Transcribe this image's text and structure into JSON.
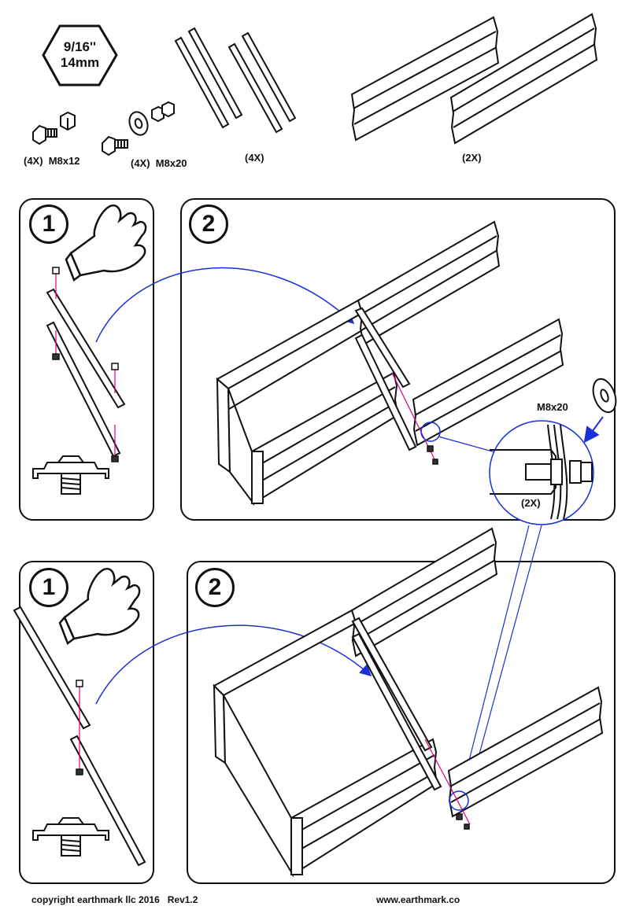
{
  "wrench": {
    "size_in": "9/16''",
    "size_mm": "14mm"
  },
  "parts": {
    "bolt_small": "(4X)  M8x12",
    "bolt_large": "(4X)  M8x20",
    "rails": "(4X)",
    "panels": "(2X)"
  },
  "steps": {
    "a1": "1",
    "a2": "2",
    "b1": "1",
    "b2": "2"
  },
  "callout": {
    "bolt": "M8x20",
    "qty": "(2X)"
  },
  "footer": {
    "copyright": "copyright earthmark llc 2016   Rev1.2",
    "website": "www.earthmark.co"
  },
  "colors": {
    "arrow": "#1a2fd6",
    "guide": "#e0007a",
    "line": "#111111"
  }
}
